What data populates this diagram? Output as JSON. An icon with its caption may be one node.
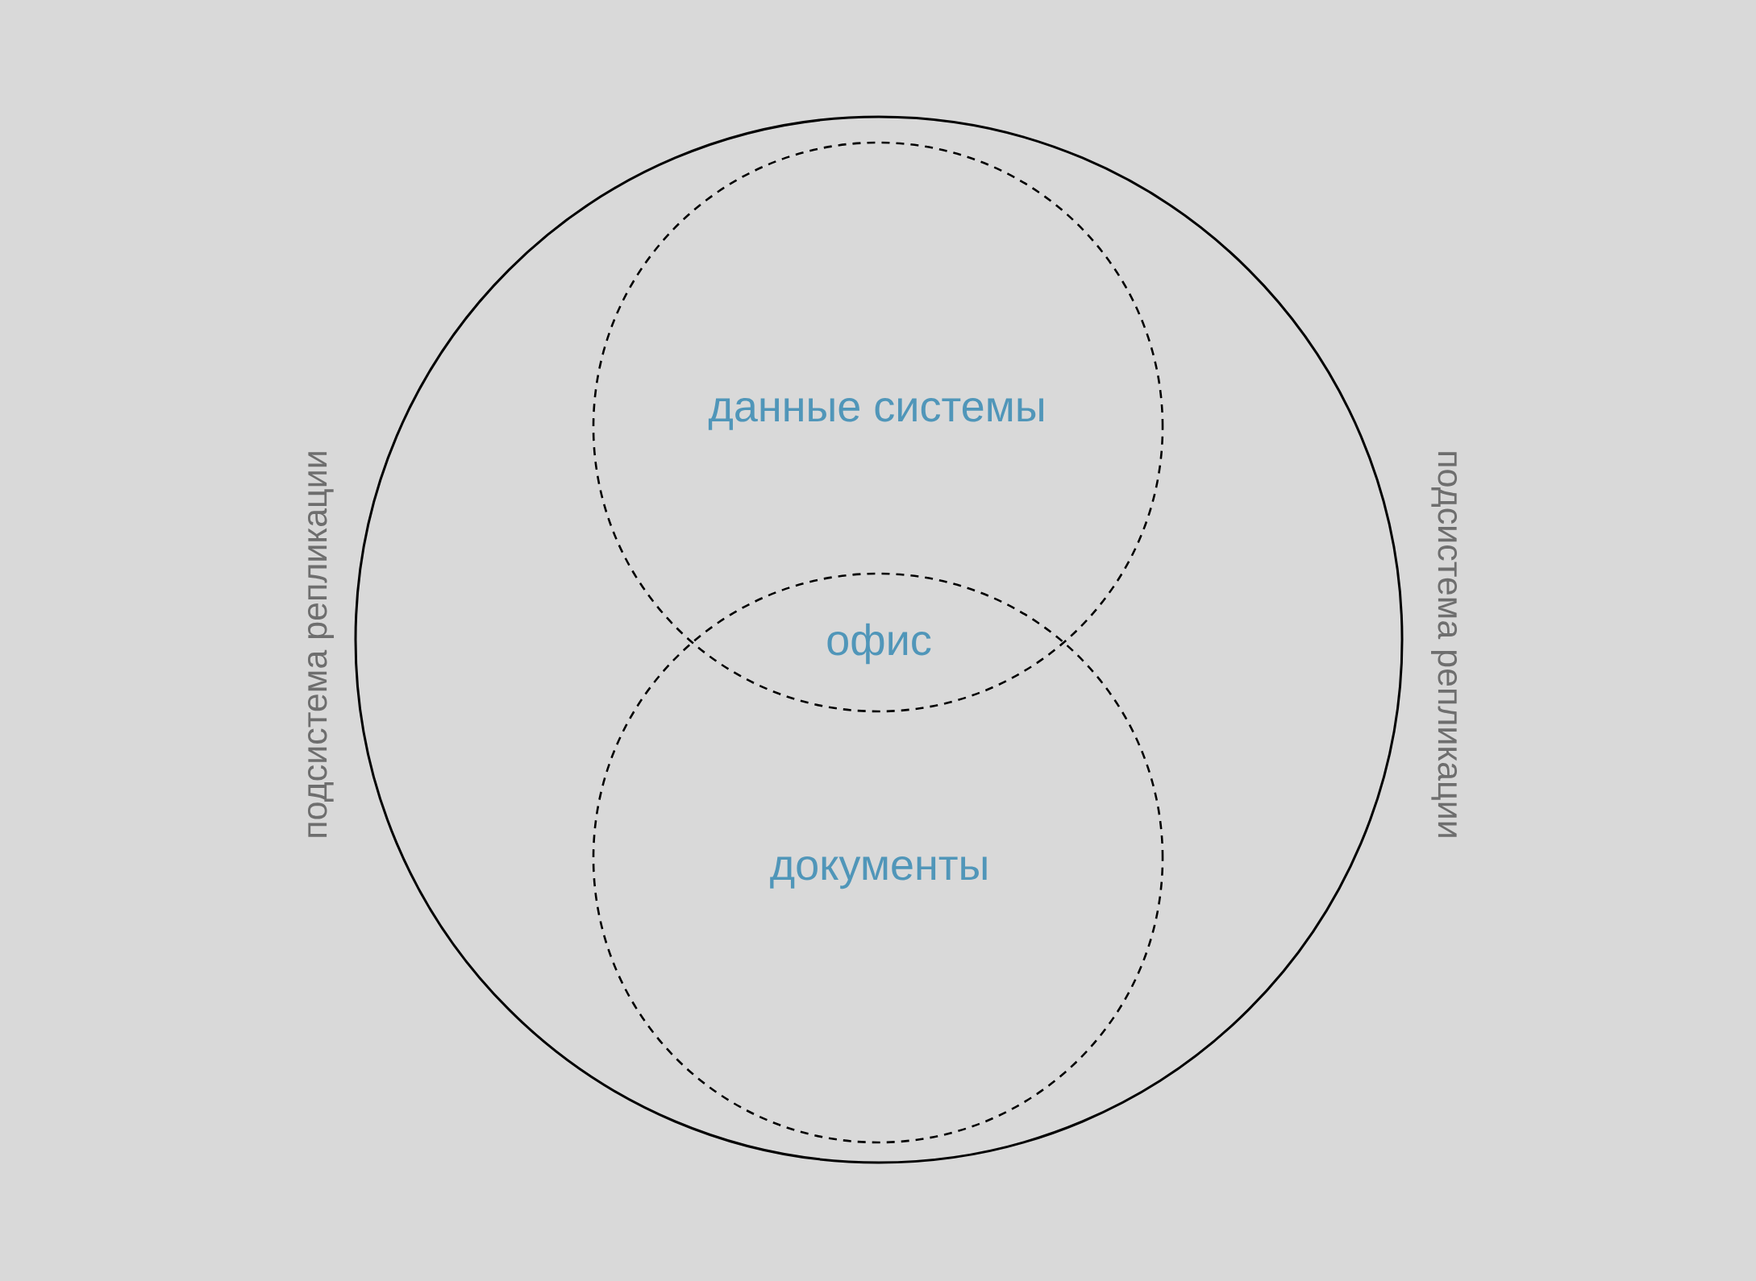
{
  "diagram": {
    "nodes": [
      {
        "text": [],
        "shape": "circle",
        "beside": [
          "подсистема репликации",
          "подсистема репликации"
        ]
      },
      {
        "text": [
          "данные системы"
        ],
        "in": 0
      },
      {
        "text": [
          "документы"
        ],
        "in": 0
      }
    ],
    "labels": [
      "офис"
    ]
  }
}
